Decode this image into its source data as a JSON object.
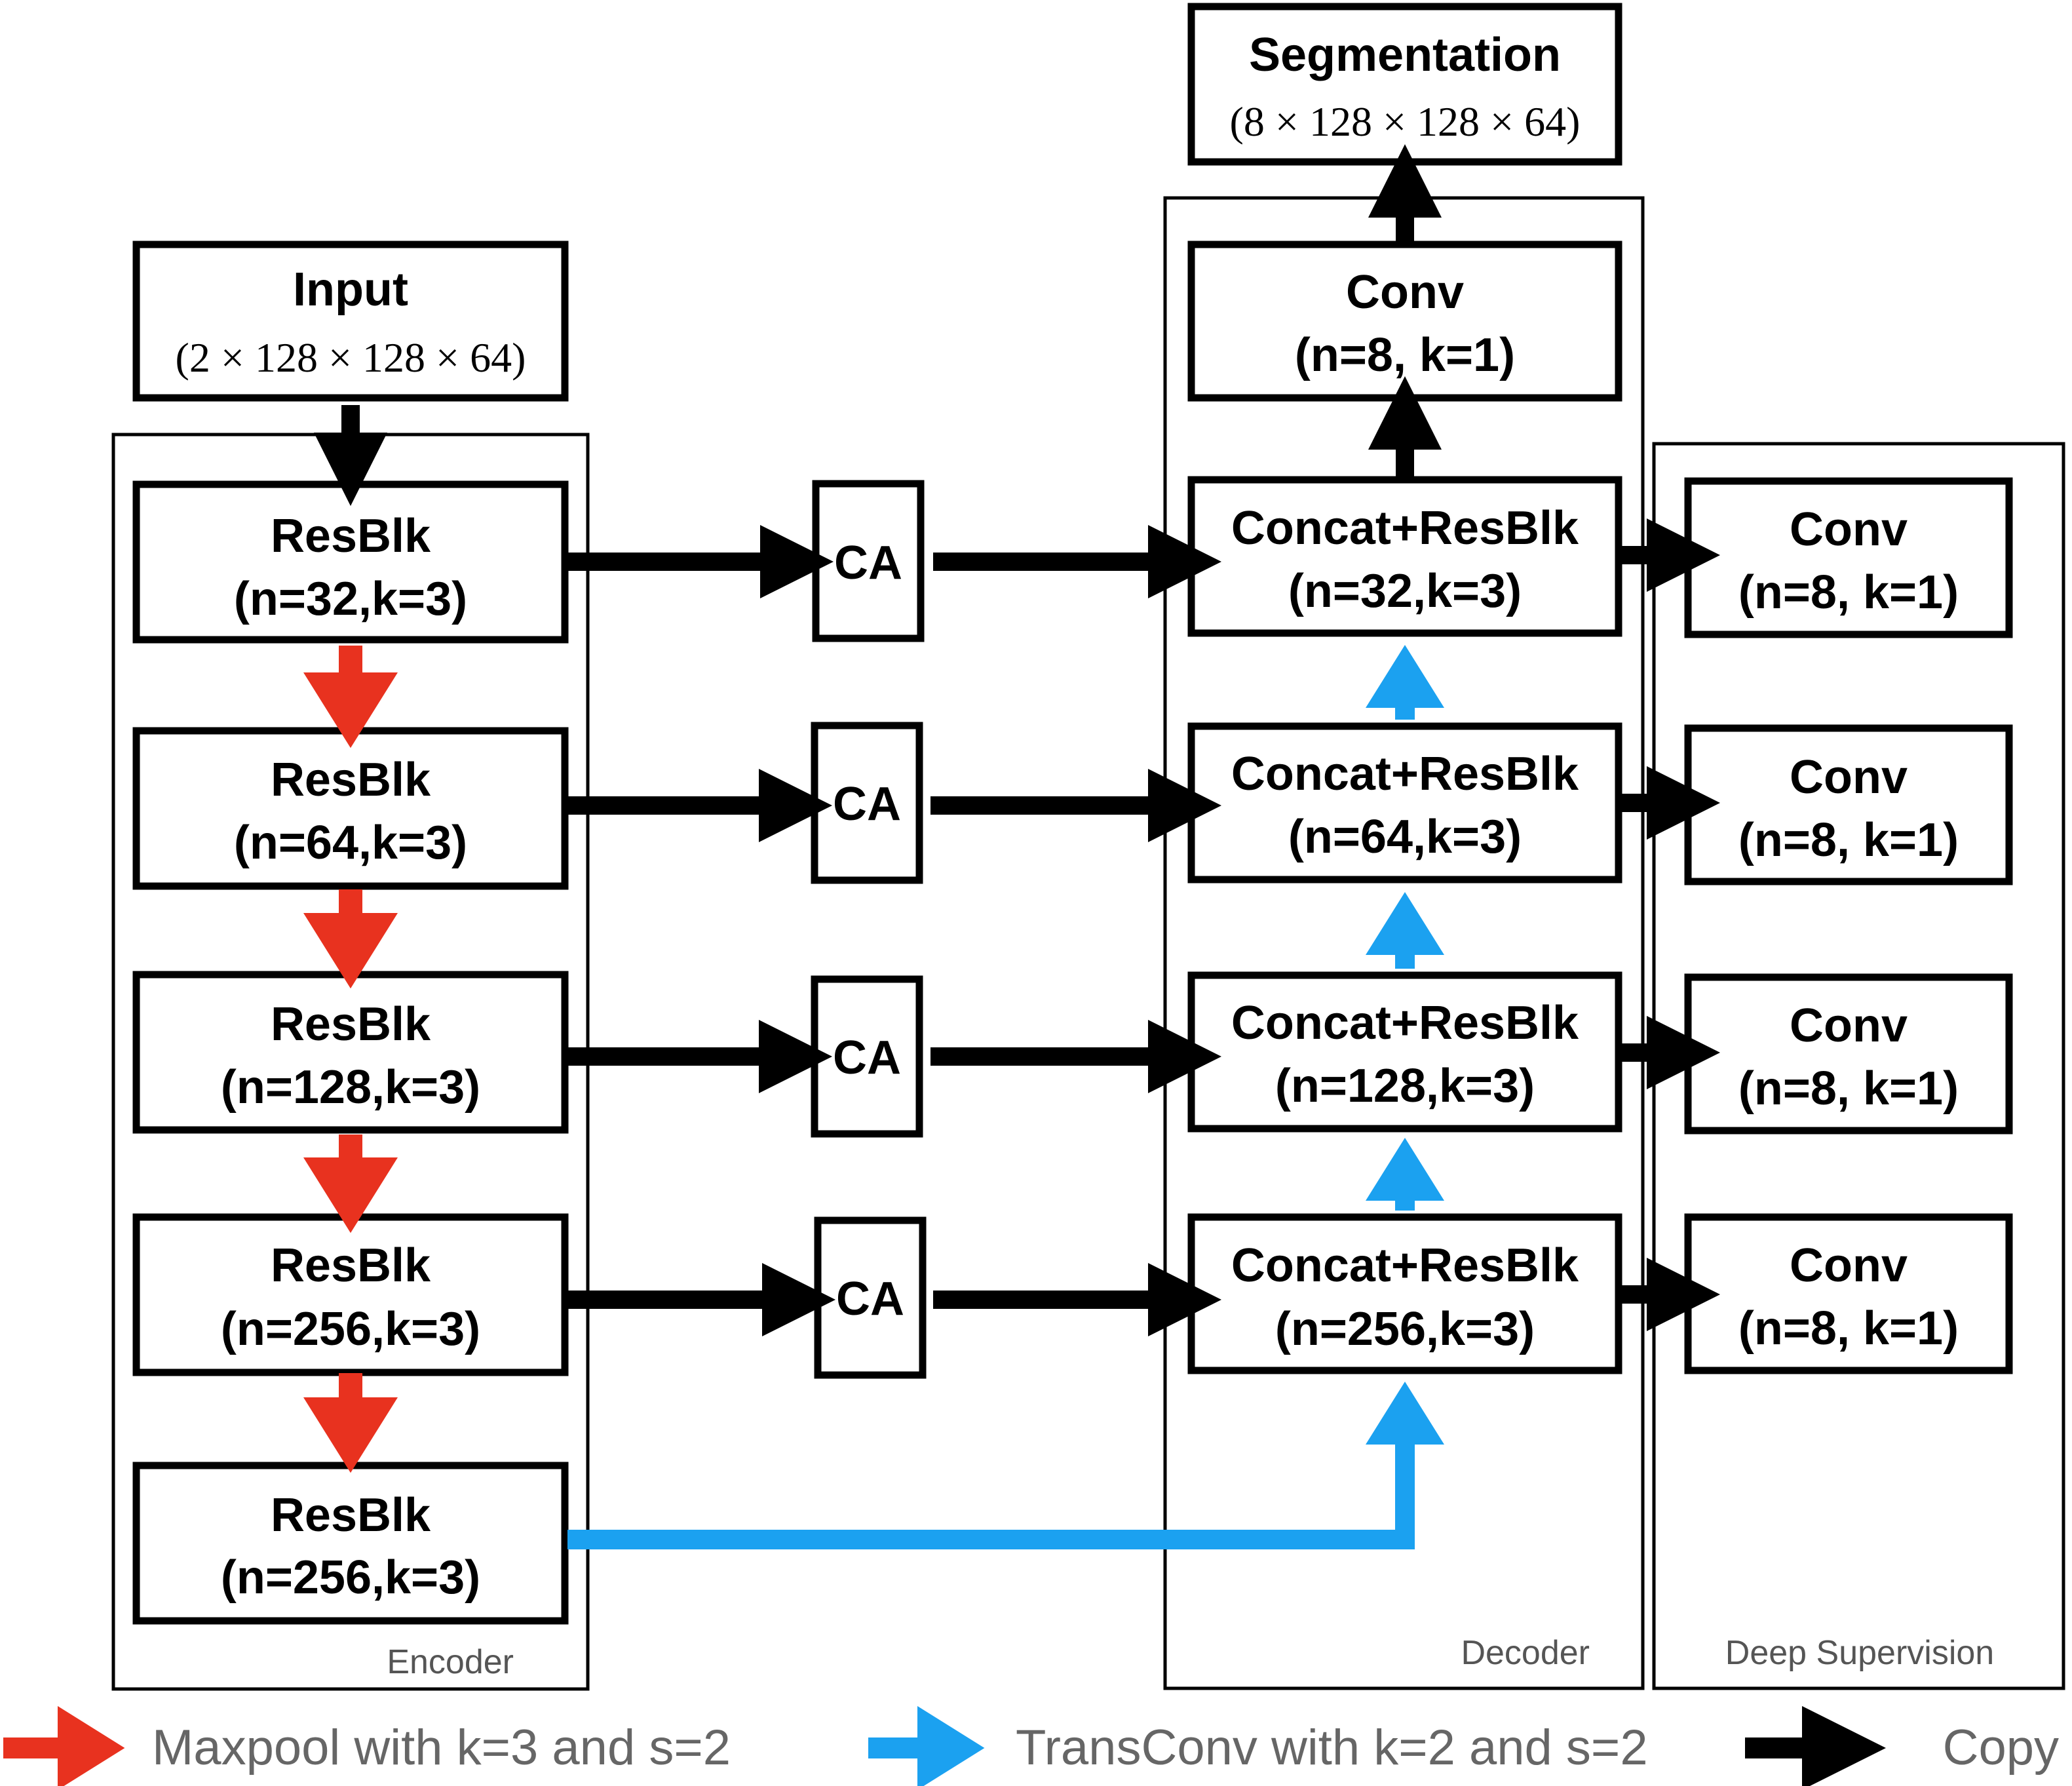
{
  "input": {
    "title": "Input",
    "shape": "(2 × 128 × 128 × 64)"
  },
  "output": {
    "title": "Segmentation",
    "shape": "(8 × 128 × 128 × 64)"
  },
  "encoder": {
    "label": "Encoder",
    "blocks": [
      {
        "title": "ResBlk",
        "params": "(n=32,k=3)"
      },
      {
        "title": "ResBlk",
        "params": "(n=64,k=3)"
      },
      {
        "title": "ResBlk",
        "params": "(n=128,k=3)"
      },
      {
        "title": "ResBlk",
        "params": "(n=256,k=3)"
      },
      {
        "title": "ResBlk",
        "params": "(n=256,k=3)"
      }
    ]
  },
  "attention": {
    "label": "CA"
  },
  "decoder": {
    "label": "Decoder",
    "final_conv": {
      "title": "Conv",
      "params": "(n=8, k=1)"
    },
    "blocks": [
      {
        "title": "Concat+ResBlk",
        "params": "(n=32,k=3)"
      },
      {
        "title": "Concat+ResBlk",
        "params": "(n=64,k=3)"
      },
      {
        "title": "Concat+ResBlk",
        "params": "(n=128,k=3)"
      },
      {
        "title": "Concat+ResBlk",
        "params": "(n=256,k=3)"
      }
    ]
  },
  "deep_supervision": {
    "label": "Deep Supervision",
    "blocks": [
      {
        "title": "Conv",
        "params": "(n=8, k=1)"
      },
      {
        "title": "Conv",
        "params": "(n=8, k=1)"
      },
      {
        "title": "Conv",
        "params": "(n=8, k=1)"
      },
      {
        "title": "Conv",
        "params": "(n=8, k=1)"
      }
    ]
  },
  "legend": {
    "maxpool": "Maxpool with k=3 and s=2",
    "transconv": "TransConv with k=2 and s=2",
    "copy": "Copy"
  },
  "colors": {
    "maxpool": "#e8321f",
    "transconv": "#1ba1f0",
    "copy": "#000000"
  }
}
